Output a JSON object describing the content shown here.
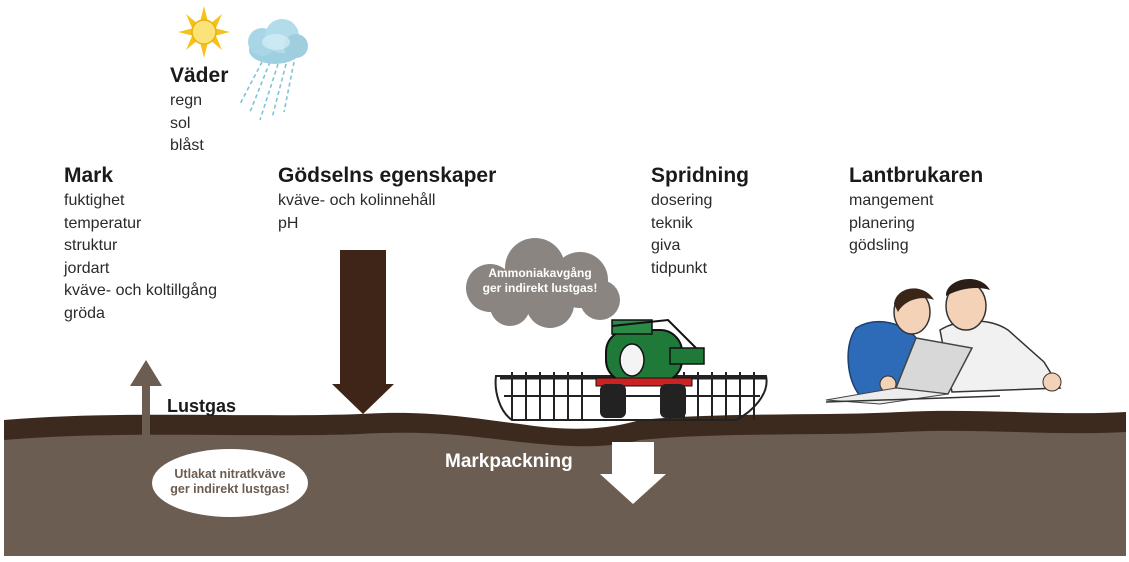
{
  "weather": {
    "title": "Väder",
    "items": [
      "regn",
      "sol",
      "blåst"
    ],
    "icons": [
      "sun-icon",
      "rain-cloud-icon"
    ]
  },
  "soil": {
    "title": "Mark",
    "items": [
      "fuktighet",
      "temperatur",
      "struktur",
      "jordart",
      "kväve- och koltillgång",
      "gröda"
    ]
  },
  "manure": {
    "title": "Gödselns egenskaper",
    "items": [
      "kväve- och kolinnehåll",
      "pH"
    ]
  },
  "spreading": {
    "title": "Spridning",
    "items": [
      "dosering",
      "teknik",
      "giva",
      "tidpunkt"
    ]
  },
  "farmer": {
    "title": "Lantbrukaren",
    "items": [
      "mangement",
      "planering",
      "gödsling"
    ]
  },
  "flows": {
    "lustgas_label": "Lustgas",
    "markpackning_label": "Markpackning"
  },
  "bubbles": {
    "ammonia_line1": "Ammoniakavgång",
    "ammonia_line2": "ger indirekt lustgas!",
    "nitrate_line1": "Utlakat nitratkväve",
    "nitrate_line2": "ger indirekt lustgas!"
  },
  "colors": {
    "soil": "#6b5d52",
    "soil_surface": "#3d2a1e",
    "manure_arrow": "#3f2418",
    "lustgas_arrow": "#6b5d52",
    "ammonia_cloud": "#8a8580",
    "tractor_green": "#1f7a3a"
  }
}
